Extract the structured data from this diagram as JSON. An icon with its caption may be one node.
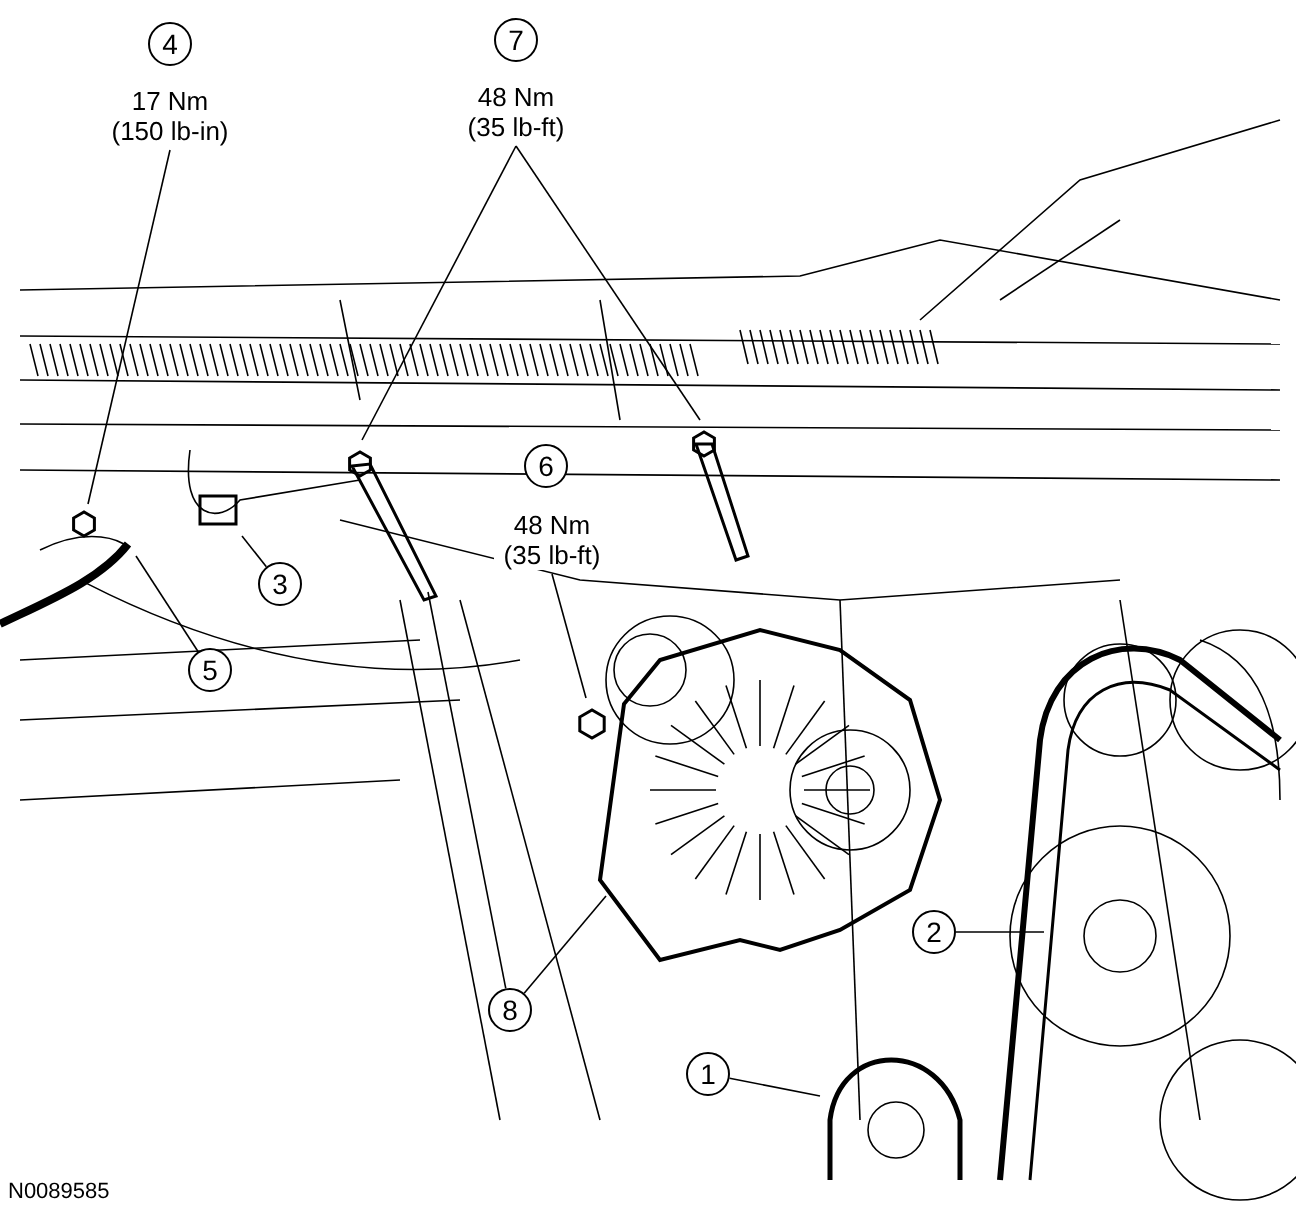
{
  "diagram": {
    "nodes": [
      {
        "text": [
          "4"
        ],
        "beside": [
          "17 Nm (150 lb-in)"
        ]
      },
      {
        "text": [
          "7"
        ],
        "beside": [
          "48 Nm (35 lb-ft)"
        ]
      },
      {
        "text": [
          "6"
        ],
        "beside": [
          "48 Nm (35 lb-ft)"
        ]
      },
      {
        "text": [
          "3"
        ]
      },
      {
        "text": [
          "5"
        ]
      },
      {
        "text": [
          "2"
        ]
      },
      {
        "text": [
          "8"
        ]
      },
      {
        "text": [
          "1"
        ]
      }
    ],
    "edges": [
      {
        "from": 0,
        "to": null,
        "arrow": "none"
      },
      {
        "from": 1,
        "to": null,
        "arrow": "none"
      },
      {
        "from": 1,
        "to": null,
        "arrow": "none"
      },
      {
        "from": 2,
        "to": null,
        "arrow": "none"
      },
      {
        "from": 3,
        "to": null,
        "arrow": "none"
      },
      {
        "from": 4,
        "to": null,
        "arrow": "none"
      },
      {
        "from": 5,
        "to": null,
        "arrow": "none"
      },
      {
        "from": 6,
        "to": null,
        "arrow": "none"
      },
      {
        "from": 6,
        "to": null,
        "arrow": "none"
      },
      {
        "from": 7,
        "to": null,
        "arrow": "none"
      }
    ],
    "labels": [
      "N0089585"
    ]
  }
}
